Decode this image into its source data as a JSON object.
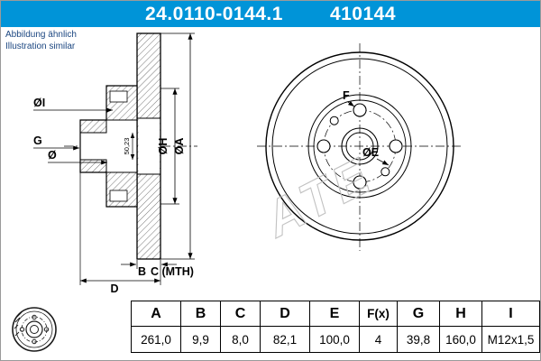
{
  "header": {
    "part_number": "24.0110-0144.1",
    "catalog_number": "410144"
  },
  "notice": {
    "line1": "Abbildung ähnlich",
    "line2": "Illustration similar"
  },
  "drawing": {
    "watermark": "ATE",
    "labels": {
      "dia_i": "ØI",
      "g": "G",
      "dia": "Ø",
      "bore": "50,23",
      "dia_h": "ØH",
      "dia_a": "ØA",
      "b": "B",
      "c": "C (MTH)",
      "d": "D",
      "f": "F",
      "dia_e": "ØE"
    }
  },
  "table": {
    "headers": [
      "A",
      "B",
      "C",
      "D",
      "E",
      "F(x)",
      "G",
      "H",
      "I"
    ],
    "values": [
      "261,0",
      "9,9",
      "8,0",
      "82,1",
      "100,0",
      "4",
      "39,8",
      "160,0",
      "M12x1,5"
    ]
  },
  "colors": {
    "header_bg": "#0094d8",
    "line": "#000000",
    "watermark": "#c2c2c2"
  }
}
